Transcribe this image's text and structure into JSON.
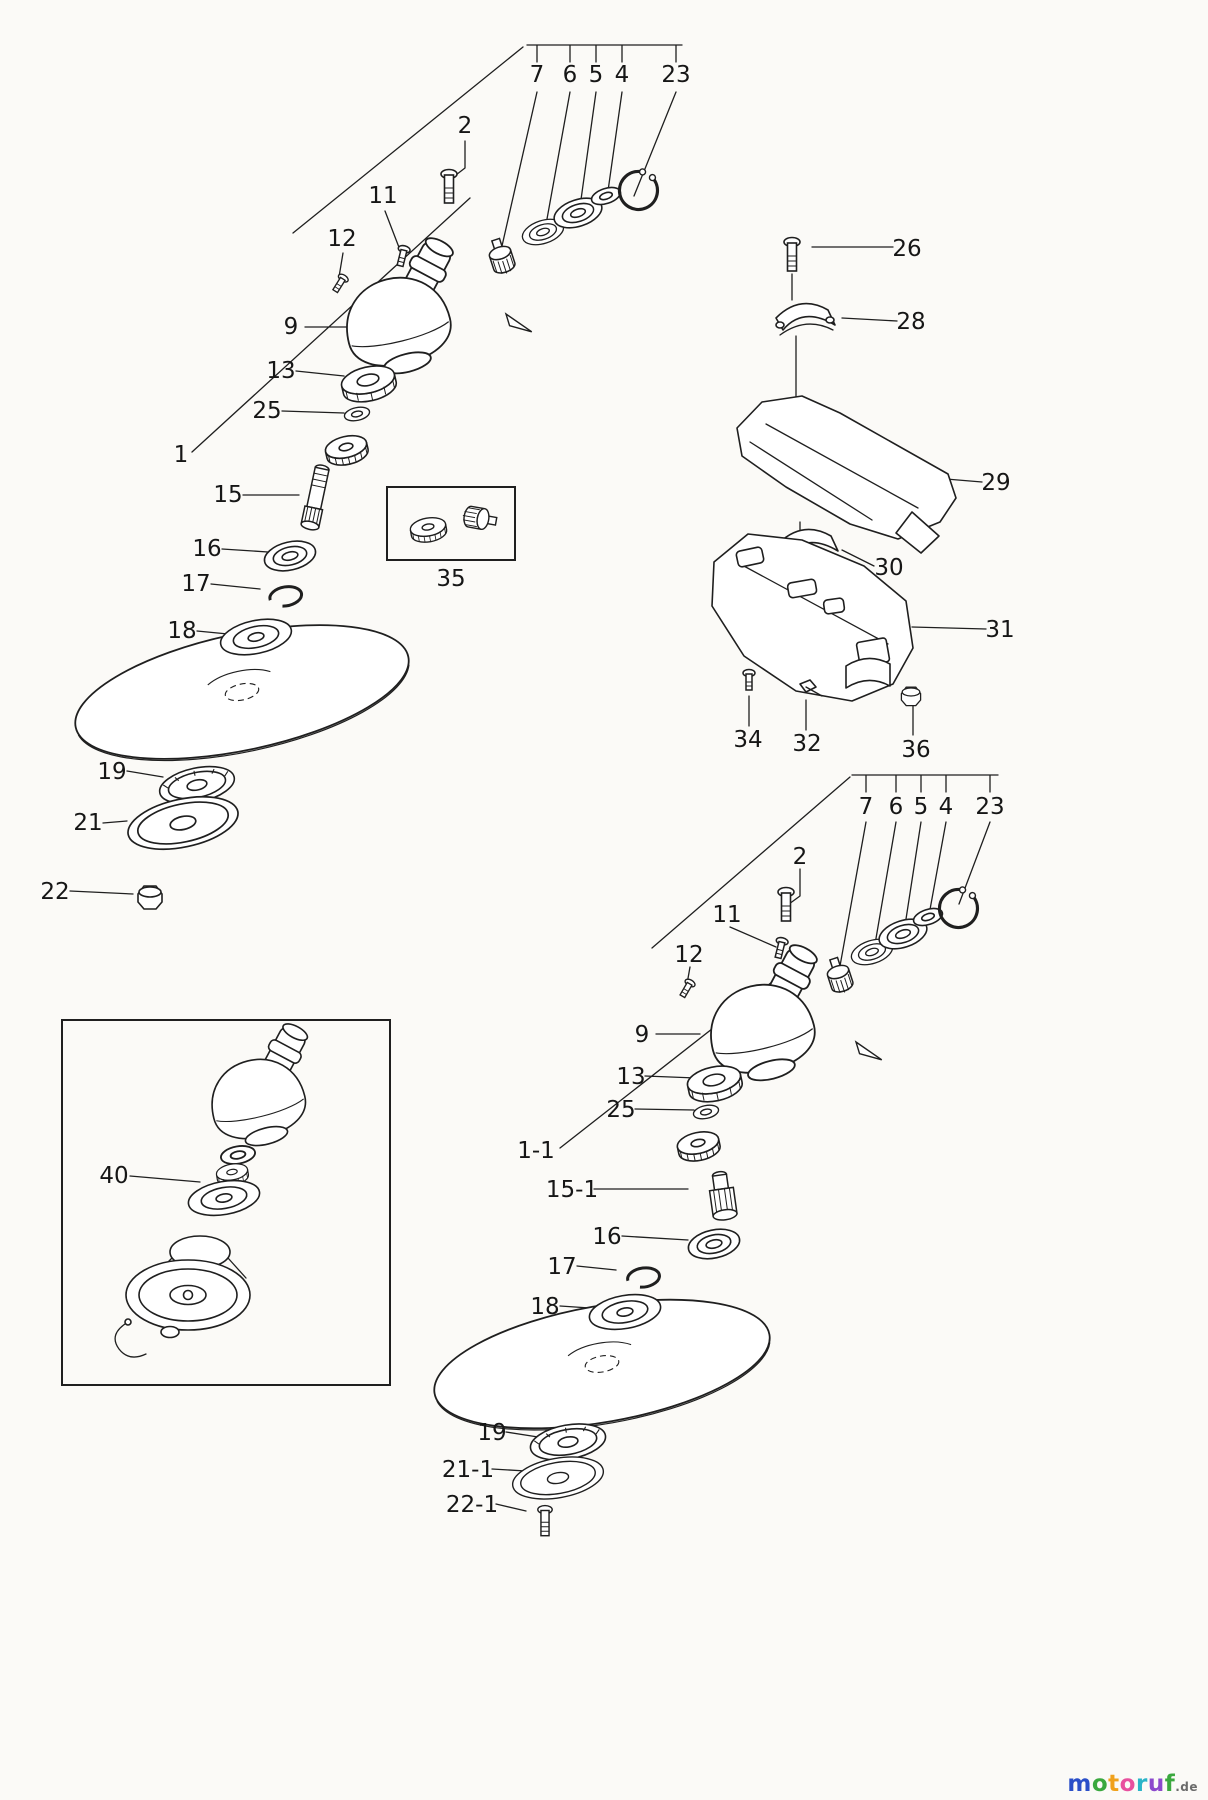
{
  "page": {
    "background": "#fbfaf7",
    "line_color": "#1f1f1f"
  },
  "assembly_a": {
    "fan_labels": [
      "7",
      "6",
      "5",
      "4",
      "23"
    ],
    "labels": {
      "n2": "2",
      "n11": "11",
      "n12": "12",
      "n9": "9",
      "n13": "13",
      "n25": "25",
      "n1": "1",
      "n15": "15",
      "n16": "16",
      "n17": "17",
      "n18": "18",
      "n19": "19",
      "n21": "21",
      "n22": "22",
      "n35": "35"
    }
  },
  "guard": {
    "labels": {
      "n26": "26",
      "n28": "28",
      "n29": "29",
      "n30": "30",
      "n31": "31",
      "n34": "34",
      "n32": "32",
      "n36": "36"
    }
  },
  "assembly_b": {
    "fan_labels": [
      "7",
      "6",
      "5",
      "4",
      "23"
    ],
    "labels": {
      "n2": "2",
      "n11": "11",
      "n12": "12",
      "n9": "9",
      "n13": "13",
      "n25": "25",
      "n1_1": "1-1",
      "n15_1": "15-1",
      "n16": "16",
      "n17": "17",
      "n18": "18",
      "n19": "19",
      "n21_1": "21-1",
      "n22_1": "22-1"
    }
  },
  "inset": {
    "labels": {
      "n40": "40"
    }
  },
  "logo": {
    "letters": [
      {
        "ch": "m",
        "color": "#2b4fc8"
      },
      {
        "ch": "o",
        "color": "#3aa83e"
      },
      {
        "ch": "t",
        "color": "#f0a11c"
      },
      {
        "ch": "o",
        "color": "#e8509e"
      },
      {
        "ch": "r",
        "color": "#2ab4c8"
      },
      {
        "ch": "u",
        "color": "#8c49cc"
      },
      {
        "ch": "f",
        "color": "#3aa83e"
      }
    ],
    "suffix": ".de",
    "suffix_color": "#6b6b6b"
  }
}
